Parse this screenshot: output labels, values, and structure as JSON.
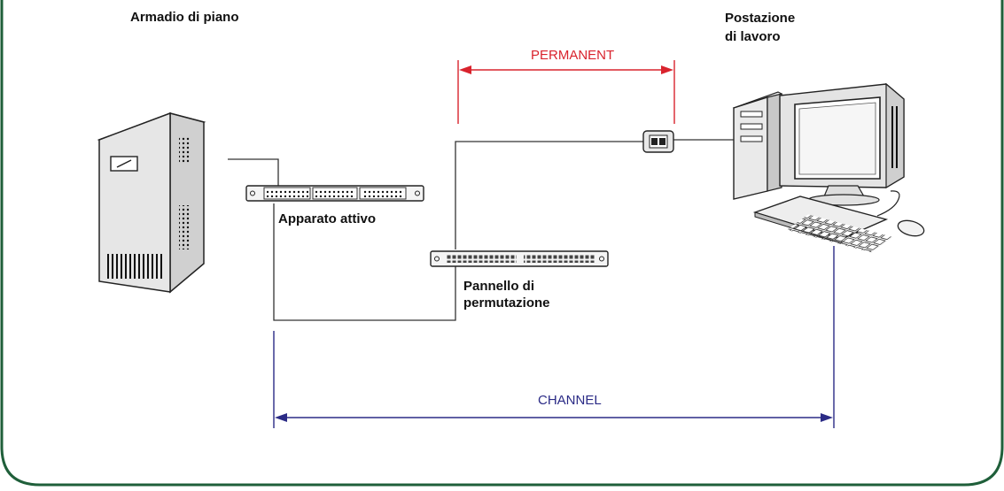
{
  "labels": {
    "floor_cabinet": "Armadio di piano",
    "workstation_line1": "Postazione",
    "workstation_line2": "di lavoro",
    "active_equipment": "Apparato attivo",
    "patch_panel_line1": "Pannello di",
    "patch_panel_line2": "permutazione"
  },
  "links": {
    "permanent": "PERMANENT",
    "channel": "CHANNEL"
  },
  "colors": {
    "frame": "#1f5f3a",
    "cable": "#333333",
    "permanent": "#d9232d",
    "channel": "#2b2b86"
  },
  "icons": [
    "server-tower-icon",
    "switch-rack-icon",
    "patch-panel-icon",
    "wall-outlet-icon",
    "desktop-computer-icon"
  ]
}
